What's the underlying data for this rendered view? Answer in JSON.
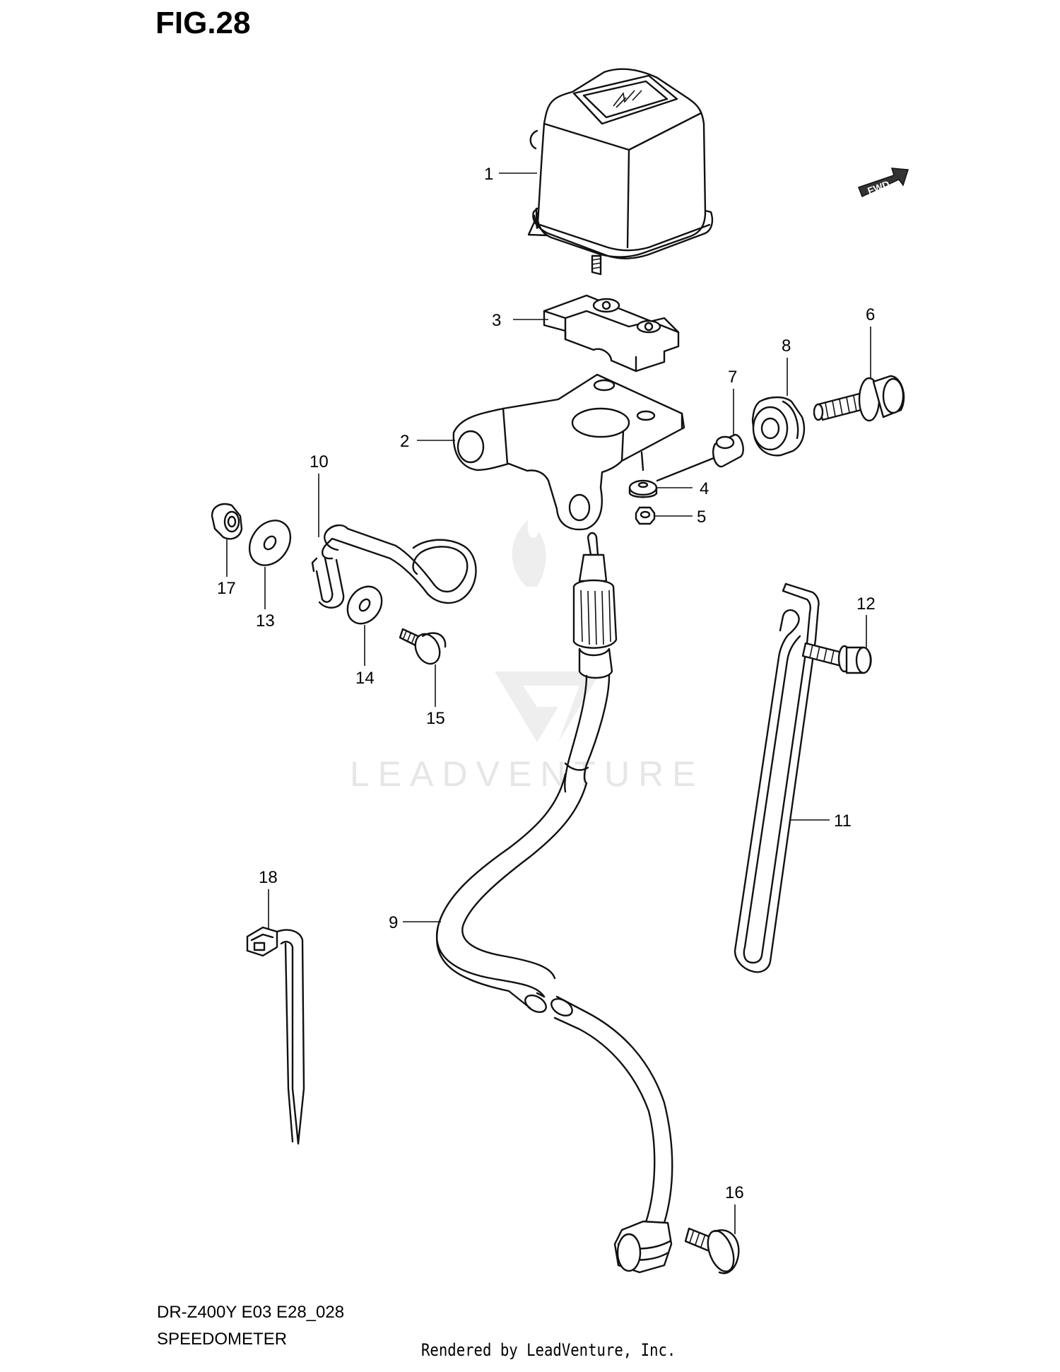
{
  "figure_title": "FIG.28",
  "model_code": "DR-Z400Y E03 E28_028",
  "section_name": "SPEEDOMETER",
  "rendered_by": "Rendered by LeadVenture, Inc.",
  "watermark": "LEADVENTURE",
  "direction_badge": "FWD",
  "callouts": [
    "1",
    "2",
    "3",
    "4",
    "5",
    "6",
    "7",
    "8",
    "9",
    "10",
    "11",
    "12",
    "13",
    "14",
    "15",
    "16",
    "17",
    "18"
  ],
  "icons": {
    "direction": "forward-arrow-icon",
    "watermark": "leadventure-logo-icon"
  },
  "colors": {
    "line": "#111111",
    "background": "#ffffff",
    "watermark": "#e6e6e6"
  }
}
